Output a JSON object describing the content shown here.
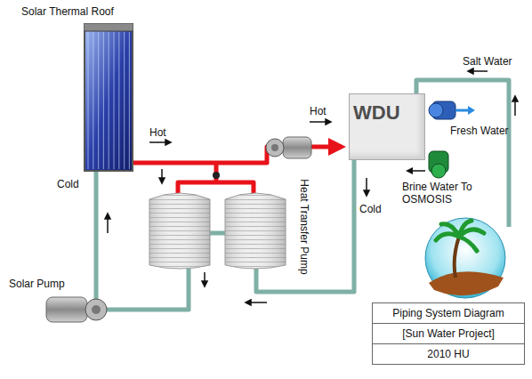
{
  "diagram": {
    "nodes": [
      {
        "text": [
          "Solar Thermal Roof"
        ]
      },
      {
        "text": [
          "WDU"
        ]
      },
      {
        "text": [
          "Piping System Diagram",
          "[Sun Water Project]",
          "2010 HU"
        ]
      }
    ],
    "edges": [
      {
        "from": 0,
        "to": 1,
        "arrow": "to"
      }
    ],
    "labels": [
      "Hot",
      "Hot",
      "Cold",
      "Cold",
      "Salt Water",
      "Fresh Water",
      "Brine Water To OSMOSIS",
      "Heat Transfer Pump",
      "Solar Pump"
    ]
  }
}
